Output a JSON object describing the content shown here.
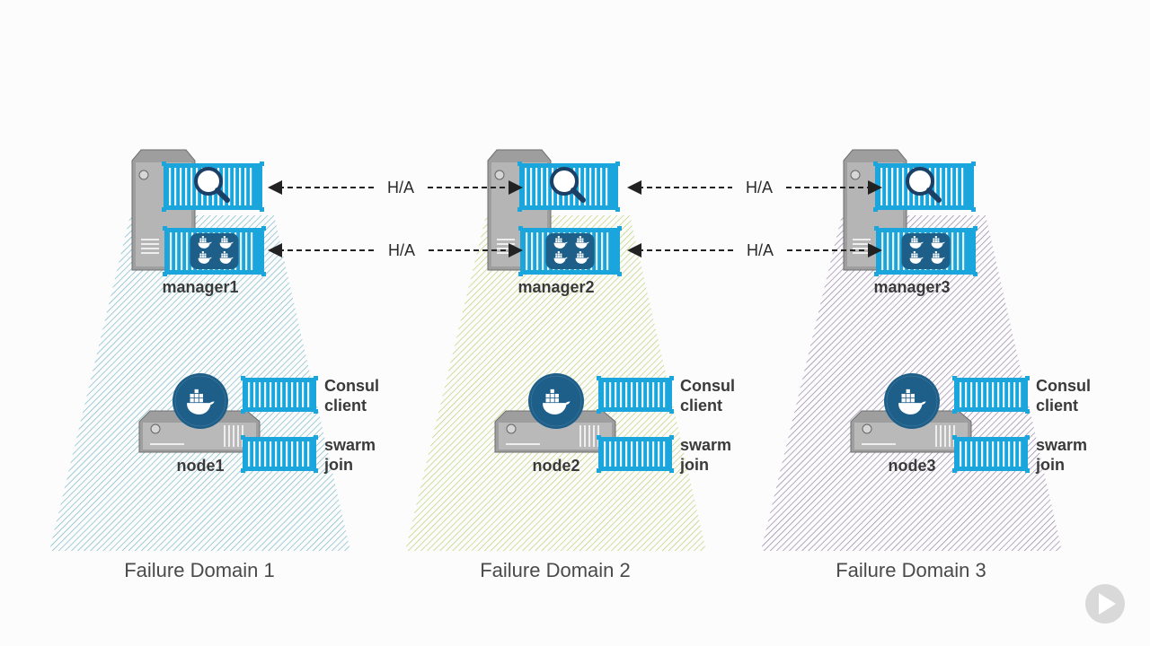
{
  "colors": {
    "domain1": "#6fb3c4",
    "domain2": "#b8cd6a",
    "domain3": "#8e7aa3",
    "container": "#1aa6dc",
    "container_stripe": "#e9f7fd",
    "docker_badge": "#1e5f8a",
    "server": "#9e9e9e",
    "server_light": "#d6d6d6",
    "text": "#3a3a3a",
    "ha_line": "#222222",
    "play_button": "#d9d9d9"
  },
  "icons": {
    "registry_container": "magnifier-icon",
    "manager_container": "docker-whale-icon",
    "node_badge": "docker-whale-icon",
    "play_button": "play-icon"
  },
  "ha_links": [
    "H/A",
    "H/A",
    "H/A",
    "H/A"
  ],
  "domains": [
    {
      "title": "Failure Domain 1",
      "manager": "manager1",
      "node": "node1",
      "consul_label": [
        "Consul",
        "client"
      ],
      "swarm_label": [
        "swarm",
        "join"
      ]
    },
    {
      "title": "Failure Domain 2",
      "manager": "manager2",
      "node": "node2",
      "consul_label": [
        "Consul",
        "client"
      ],
      "swarm_label": [
        "swarm",
        "join"
      ]
    },
    {
      "title": "Failure Domain 3",
      "manager": "manager3",
      "node": "node3",
      "consul_label": [
        "Consul",
        "client"
      ],
      "swarm_label": [
        "swarm",
        "join"
      ]
    }
  ]
}
